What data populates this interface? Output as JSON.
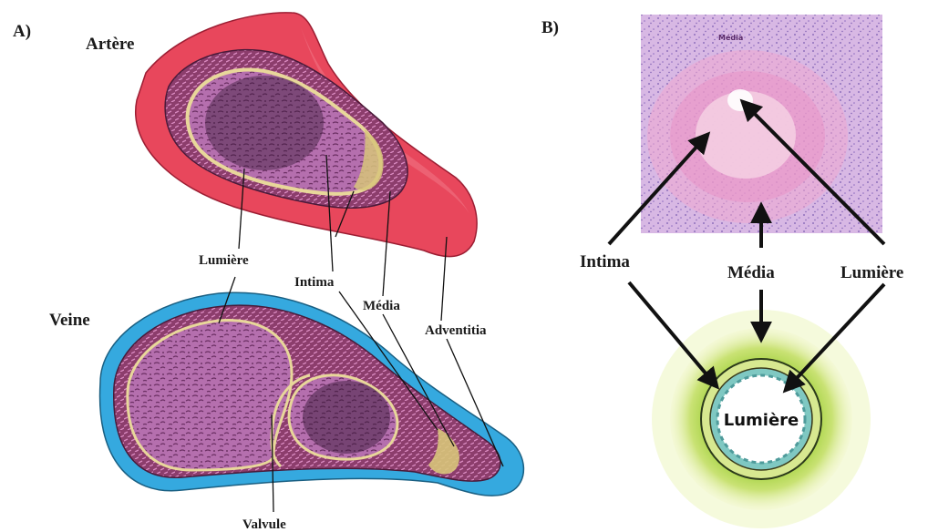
{
  "panels": {
    "a_label": "A)",
    "b_label": "B)"
  },
  "panel_a": {
    "artery_title": "Artère",
    "vein_title": "Veine",
    "labels": {
      "lumen": "Lumière",
      "intima": "Intima",
      "media": "Média",
      "adventitia": "Adventitia",
      "valve": "Valvule"
    }
  },
  "panel_b": {
    "micrograph_label": "Média",
    "labels": {
      "intima": "Intima",
      "media": "Média",
      "lumen": "Lumière"
    },
    "diagram_center": "Lumière"
  },
  "colors": {
    "adventitia_artery": "#e8475c",
    "adventitia_vein": "#35a9df",
    "media_layer": "#9b4a78",
    "lumen_fill": "#b06aa8",
    "intima_line": "#e8d79a",
    "micrograph_bg": "#d9b3e6",
    "ring_outer": "#e6f0a0",
    "ring_inner": "#b6d84a"
  }
}
